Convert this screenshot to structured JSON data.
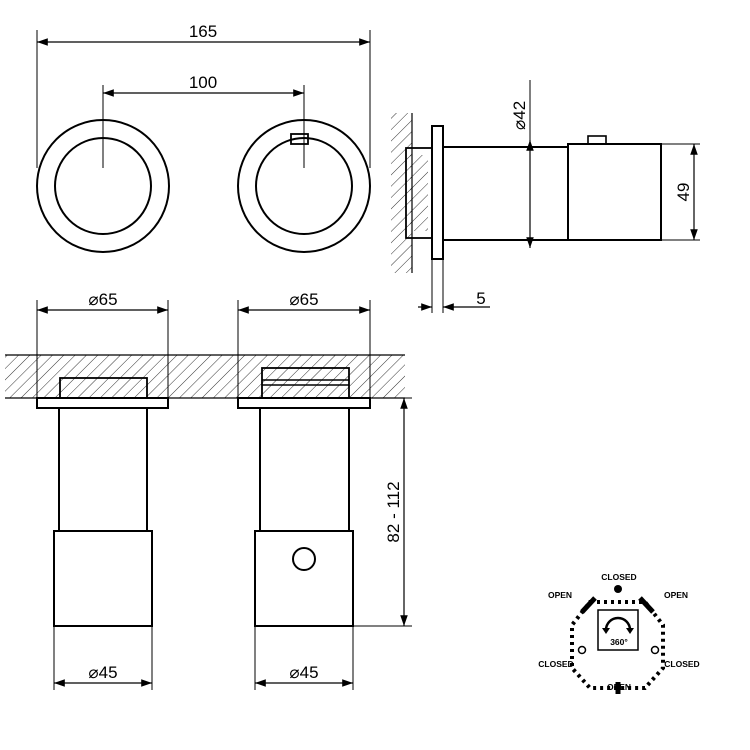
{
  "dimensions": {
    "total_width": "165",
    "center_spacing": "100",
    "depth_diameter": "⌀42",
    "height_side": "49",
    "flange_thickness": "5",
    "plate_left": "⌀65",
    "plate_right": "⌀65",
    "knob_left": "⌀45",
    "knob_right": "⌀45",
    "projection_range": "82 - 112"
  },
  "legend": {
    "closed_top": "CLOSED",
    "open_left": "OPEN",
    "open_right": "OPEN",
    "closed_left": "CLOSED",
    "closed_right": "CLOSED",
    "open_bottom": "OPEN",
    "rotation": "360°"
  }
}
